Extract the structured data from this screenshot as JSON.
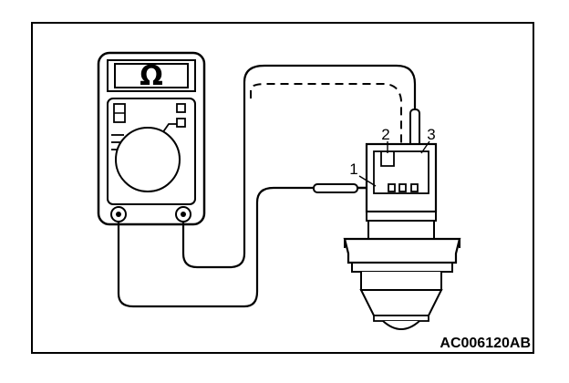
{
  "meter": {
    "display_symbol": "Ω"
  },
  "terminals": {
    "t1": "1",
    "t2": "2",
    "t3": "3"
  },
  "figure_code": "AC006120AB",
  "colors": {
    "ink": "#000000",
    "paper": "#ffffff"
  }
}
